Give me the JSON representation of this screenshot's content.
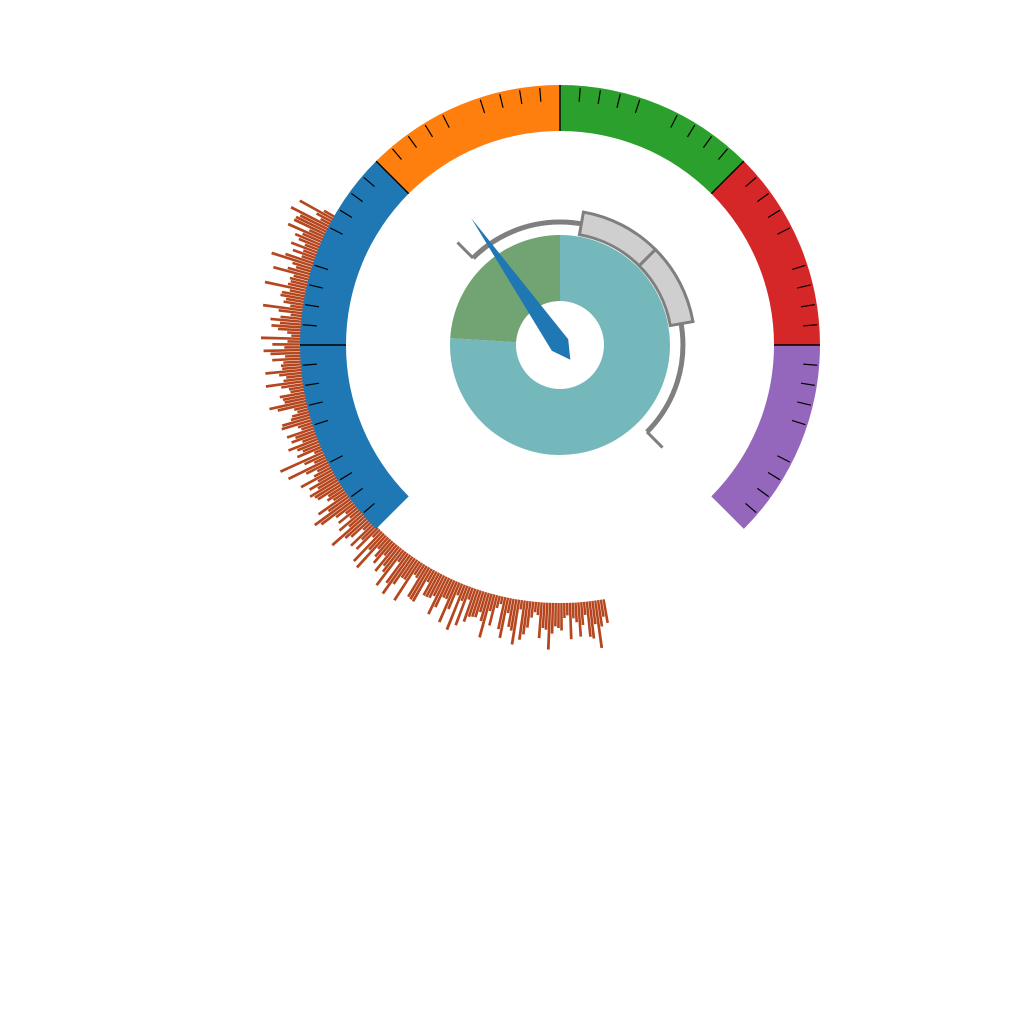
{
  "chart_data": {
    "type": "gauge",
    "gauge": {
      "angle_range_deg": [
        0,
        270
      ],
      "bands": [
        {
          "from": 0,
          "to": 90,
          "color": "#1f77b4"
        },
        {
          "from": 90,
          "to": 135,
          "color": "#ff7f0e"
        },
        {
          "from": 135,
          "to": 180,
          "color": "#2ca02c"
        },
        {
          "from": 180,
          "to": 225,
          "color": "#d62728"
        },
        {
          "from": 225,
          "to": 270,
          "color": "#9467bd"
        }
      ],
      "major_tick_step": 22.5,
      "minor_tick_step": 4.5,
      "needle_value": 100,
      "needle_color": "#1f77b4"
    },
    "inner_donut": {
      "slices": [
        {
          "value": 0.76,
          "color": "#75b8bc"
        },
        {
          "value": 0.24,
          "color": "#72a372"
        }
      ]
    },
    "outer_bracket": {
      "line_color": "#7f7f7f",
      "highlight_color": "#cfcfcf",
      "span_deg": [
        -45,
        225
      ],
      "highlight_deg": [
        -80,
        -10
      ]
    },
    "radial_bars": {
      "color": "#b5461e",
      "values": [
        0.46,
        0.33,
        0.51,
        0.92,
        0.45,
        0.72,
        0.68,
        0.25,
        0.44,
        0.66,
        0.38,
        0.3,
        0.7,
        0.24,
        0.29,
        0.53,
        0.48,
        0.45,
        0.59,
        0.9,
        0.52,
        0.49,
        0.69,
        0.25,
        0.2,
        0.31,
        0.51,
        0.65,
        0.76,
        0.18,
        0.87,
        0.61,
        0.55,
        0.29,
        0.79,
        0.63,
        0.15,
        0.24,
        0.6,
        0.33,
        0.87,
        0.56,
        0.4,
        0.52,
        0.53,
        0.55,
        0.67,
        0.24,
        0.79,
        0.31,
        0.93,
        0.24,
        0.55,
        0.85,
        0.39,
        0.39,
        0.62,
        0.8,
        0.44,
        0.51,
        0.52,
        0.52,
        0.26,
        0.72,
        0.71,
        0.69,
        0.3,
        0.27,
        0.89,
        0.45,
        0.45,
        0.64,
        0.91,
        0.7,
        0.24,
        0.85,
        0.57,
        0.47,
        0.65,
        0.31,
        0.55,
        0.44,
        0.29,
        0.83,
        0.42,
        0.78,
        0.2,
        0.58,
        0.38,
        0.61,
        0.23,
        0.49,
        0.59,
        0.87,
        0.39,
        0.58,
        0.27,
        0.5,
        0.28,
        0.47,
        0.78,
        0.89,
        0.52,
        0.71,
        0.32,
        0.42,
        0.36,
        0.56,
        0.59,
        0.66,
        0.45,
        0.6,
        0.38,
        0.72,
        0.4,
        0.3,
        0.51,
        0.86,
        0.28,
        0.46,
        0.94,
        0.2,
        0.53,
        0.39,
        0.48,
        0.64,
        0.33,
        0.53,
        0.43,
        0.58,
        0.27,
        0.32,
        0.63,
        0.6,
        0.41,
        0.37,
        0.25,
        0.3,
        0.61,
        0.76,
        0.45,
        0.47,
        0.52,
        0.3,
        0.32,
        0.46,
        0.75,
        0.4,
        0.34,
        0.47,
        0.73,
        0.4,
        0.42,
        0.37,
        0.58,
        0.33,
        0.61,
        0.74,
        0.34,
        0.57,
        0.28,
        0.79,
        0.21,
        0.29,
        0.47,
        0.6,
        0.44,
        0.63,
        0.44,
        0.25,
        0.49,
        0.8,
        0.28,
        0.42,
        0.38,
        0.5,
        0.48,
        0.34,
        0.84,
        0.4,
        0.36,
        0.39,
        0.33,
        0.75,
        0.48,
        0.33,
        0.42,
        0.86,
        0.6,
        0.29,
        0.49,
        0.3,
        0.57,
        0.31,
        0.46,
        0.56,
        0.43,
        0.76,
        0.34,
        0.69,
        0.68,
        0.62,
        0.85,
        0.24,
        0.36,
        0.76,
        0.26
      ]
    },
    "title": "",
    "xlabel": "",
    "ylabel": ""
  }
}
